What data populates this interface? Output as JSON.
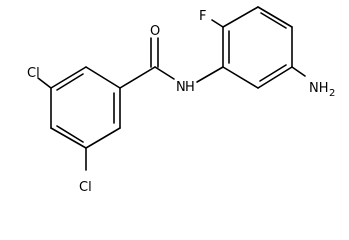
{
  "molecule": {
    "atoms": {
      "oxygen": "O",
      "fluorine": "F",
      "nitrogen_amide": "N",
      "hydrogen_amide": "H",
      "amino_group": "NH",
      "amino_subscript": "2",
      "chlorine_top": "Cl",
      "chlorine_bottom": "Cl"
    }
  }
}
